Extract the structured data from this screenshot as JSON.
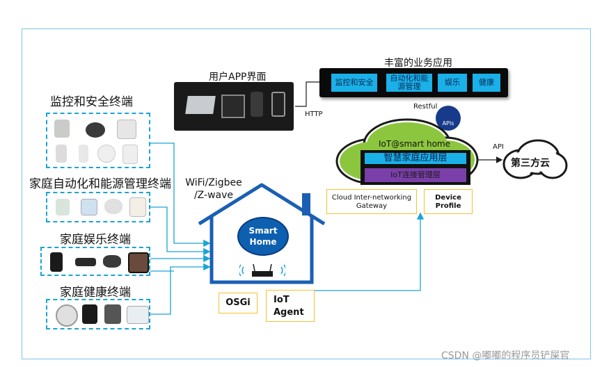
{
  "categories": {
    "security": "监控和安全终端",
    "automation": "家庭自动化和能源管理终端",
    "entertainment": "家庭娱乐终端",
    "health": "家庭健康终端"
  },
  "app": {
    "title": "用户APP界面",
    "protocol": "HTTP"
  },
  "services": {
    "title": "丰富的业务应用",
    "items": [
      "监控和安全",
      "自动化和能源管理",
      "娱乐",
      "健康"
    ],
    "restful": "Restful",
    "apis": "APIs"
  },
  "cloud": {
    "title": "IoT@smart home",
    "app_layer": "智慧家庭应用层",
    "device_layer": "IoT连接管理层",
    "api": "API",
    "third_party": "第三方云"
  },
  "gateway": {
    "cloud_gateway": "Cloud Inter-networking Gateway",
    "device_profile": "Device Profile"
  },
  "home": {
    "protocols": "WiFi/Zigbee /Z-wave",
    "center": "Smart Home",
    "osgi": "OSGi",
    "agent": "IoT Agent"
  },
  "watermark": "CSDN @嘟嘟的程序员铲屎官",
  "colors": {
    "blue": "#1a5fb4",
    "cyan": "#1aa3d6",
    "green": "#8cc63e",
    "yellow": "#f2c230"
  }
}
